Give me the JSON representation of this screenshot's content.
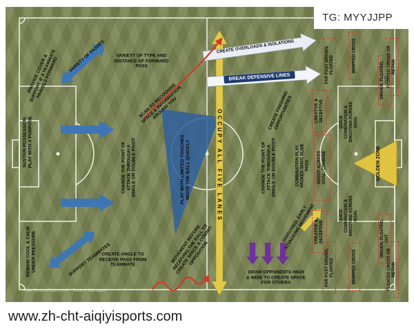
{
  "header": {
    "tg_label": "TG: MYYJJPP"
  },
  "footer": {
    "site_url": "www.zh-cht-aiqiyisports.com"
  },
  "watermark": {
    "text": "www.SoccerTutor.com - Tactics Manager"
  },
  "colors": {
    "pitch_green": "#798351",
    "line_white": "#eceadf",
    "arrow_blue": "#3e76b5",
    "arrow_yellow": "#e2ca49",
    "arrow_purple": "#7030a0",
    "accent_red": "#d23a2a",
    "navy": "#1e3a6e"
  },
  "annotations": {
    "provide_cover": "PROVIDE COVER &\nSUPPORT IF A TEAMMATE\nTRAVELS FORWARD",
    "variety_passes": "VARIETY OF PASSES",
    "variety_type": "VARIETY OF TYPE AND\nDISTANCE OF FORWARD\nPASS",
    "scan": "SCAN TO RECOGNISE\nSPACE & INFORMATION\nAROUND YOU",
    "create_overloads": "CREATE OVERLOADS & ISOLATIONS",
    "break_lines": "BREAK DEFENSIVE LINES",
    "sustain_possession": "SUSTAIN POSSESSION,\nPLAY WITH A PURPOSE",
    "change_point_left": "CHANGE THE POINT OF\nATTACK THROUGH A\nSINGLE OR DOUBLE PIVOT",
    "play_limited_touches": "PLAY WITH LIMITED TOUCHES\nMOVE THE BALL QUICKLY",
    "occupy_lanes": "OCCUPY ALL FIVE LANES",
    "create_finishing": "CREATE FINISHING\nOPPORTUNITIES",
    "change_point_right": "CHANGE THE POINT OF\nATTACK THROUGH A\nSINGLE OR DOUBLE PIVOT",
    "combination_play": "COMBINATION PLAY,\nPACKED SHOT, SLIDE\nPASS",
    "shoot_across_goal": "SHOOT ACROSS\nGOAL, COMBINE",
    "quick_combination_top": "QUICK\nCOMBINATION &\nSHOOTING ACROSS\nGOAL",
    "quick_combination_bottom": "QUICK\nCOMBINATION &\nSHOOTING ACROSS\nGOAL",
    "creative_deceptive_top": "CREATIVE &\nDECEPTIVE",
    "creative_deceptive_bottom": "CREATIVE &\nDECEPTIVE",
    "far_post_top": "FAR POST DRIVEN,\nFLOATED",
    "far_post_bottom": "FAR POST DRIVEN,\nFLOATED",
    "whipped_cross_top": "WHIPPED CROSS",
    "whipped_cross_bottom": "WHIPPED CROSS",
    "driven_floated_cut_top": "DRIVEN, FLOATED,\nCUT",
    "driven_floated_cut_bottom": "DRIVEN, FLOATED,\nCUT",
    "floated_cross_retain_top": "FLOATED CROSS OR\nRETAIN",
    "floated_cross_retain_bottom": "FLOATED CROSS OR\nRETAIN",
    "golden_zone": "GOLDEN ZONE",
    "disguised_movement": "DISGUISED, EARLY\nATTACKING MOVEMENT",
    "movement_before": "MOVEMENT BEFORE\nRECEIVING THE BALL TO\nCREATE SPACE & COMMIT\nOPPOSITION",
    "create_angle": "CREATE ANGLE TO\nRECEIVE PASS FROM\nTEAMMATE",
    "support_teammates": "SUPPORT TEAMMATES",
    "remain_cool": "REMAIN COOL & CALM\nUNDER PRESSURE",
    "draw_opponents": "DRAW OPPONENTS HIGH\n& WIDE TO CREATE SPACE\nFOR OTHERS"
  }
}
